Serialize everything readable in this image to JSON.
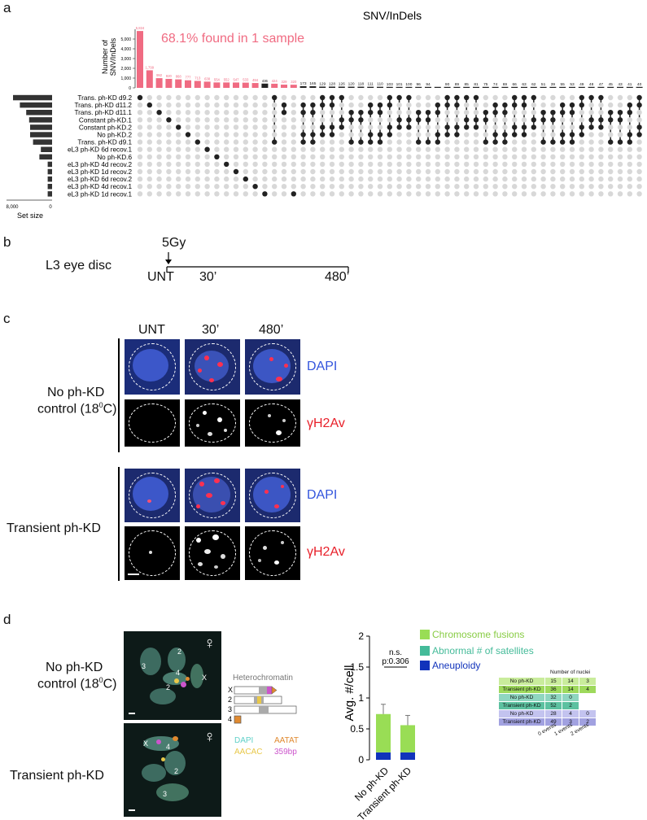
{
  "panels": {
    "a": "a",
    "b": "b",
    "c": "c",
    "d": "d"
  },
  "a": {
    "title": "SNV/InDels",
    "annotation": "68.1% found in 1 sample",
    "ylabel_line1": "Number of",
    "ylabel_line2": "SNV/InDels",
    "set_size_label": "Set size",
    "set_axis": [
      "8,000",
      "0"
    ],
    "samples": [
      "Trans. ph-KD d9.2",
      "Trans. ph-KD d11.2",
      "Trans. ph-KD d11.1",
      "Constant ph-KD.1",
      "Constant ph-KD.2",
      "No ph-KD.2",
      "Trans. ph-KD d9.1",
      "eL3 ph-KD 6d recov.1",
      "No ph-KD.6",
      "eL3 ph-KD 4d recov.2",
      "eL3 ph-KD 1d recov.2",
      "eL3 ph-KD 6d recov.2",
      "eL3 ph-KD 4d recov.1",
      "eL3 ph-KD 1d recov.1"
    ],
    "colors": {
      "highlight": "#f06b82",
      "normal": "#222222",
      "dot_off": "#d8d8d8"
    }
  },
  "chart_data": {
    "type": "bar",
    "title": "SNV/InDels",
    "ylabel": "Number of SNV/InDels",
    "ylim": [
      0,
      6000
    ],
    "yticks": [
      "0",
      "1,000",
      "2,000",
      "3,000",
      "4,000",
      "5,000"
    ],
    "values": [
      5824,
      1799,
      992,
      920,
      868,
      777,
      713,
      638,
      554,
      552,
      547,
      533,
      494,
      436,
      424,
      329,
      320,
      173,
      165,
      129,
      128,
      126,
      120,
      118,
      111,
      110,
      103,
      101,
      100,
      96,
      94,
      94,
      90,
      89,
      85,
      81,
      75,
      74,
      69,
      66,
      63,
      62,
      51,
      39,
      55,
      53,
      49,
      48,
      47,
      45,
      43,
      41,
      40
    ],
    "labels": [
      "5,824",
      "1,799",
      "992",
      "920",
      "868",
      "777",
      "713",
      "638",
      "554",
      "552",
      "547",
      "533",
      "494",
      "436",
      "424",
      "329",
      "320",
      "173",
      "165",
      "129",
      "128",
      "126",
      "120",
      "118",
      "111",
      "110",
      "103",
      "101",
      "100",
      "96",
      "94",
      "",
      "90",
      "89",
      "85",
      "81",
      "75",
      "74",
      "69",
      "66",
      "63",
      "62",
      "51",
      "39",
      "55",
      "53",
      "49",
      "48",
      "47",
      "45",
      "43",
      "41",
      "40"
    ]
  },
  "b": {
    "label": "L3 eye disc",
    "dose": "5Gy",
    "times": [
      "UNT",
      "30’",
      "480’"
    ]
  },
  "c": {
    "col_headers": [
      "UNT",
      "30’",
      "480’"
    ],
    "row1_line1": "No ph-KD",
    "row1_line2": "control (18",
    "row1_sup": "0",
    "row1_end": "C)",
    "row2": "Transient ph-KD",
    "dapi": "DAPI",
    "gamma": "γH2Av"
  },
  "d": {
    "row1_line1": "No ph-KD",
    "row1_line2": "control (18",
    "row1_sup": "0",
    "row1_end": "C)",
    "row2": "Transient ph-KD",
    "heterochromatin": "Heterochromatin",
    "chrom_labels": [
      "X",
      "2",
      "3",
      "4"
    ],
    "probes": {
      "dapi": "DAPI",
      "aatat": "AATAT",
      "aacac": "AACAC",
      "bp": "359bp"
    },
    "female": "♀",
    "img1_labels": [
      "2",
      "3",
      "4",
      "2",
      "X"
    ],
    "img2_labels": [
      "X",
      "4",
      "2",
      "3"
    ],
    "ylabel": "Avg. #/cell",
    "yticks": [
      "0",
      "0.5",
      "1",
      "1.5",
      "2"
    ],
    "xcats": [
      "No ph-KD",
      "Transient ph-KD"
    ],
    "stat_ns": "n.s.",
    "stat_p": "p:0.306",
    "legend": [
      "Chromosome fusions",
      "Abnormal # of satellites",
      "Aneuploidy"
    ],
    "legend_colors": [
      "#99dd55",
      "#44bb99",
      "#1133bb"
    ],
    "bars": [
      {
        "fusions": 0.62,
        "aneuploidy": 0.12
      },
      {
        "fusions": 0.44,
        "aneuploidy": 0.12
      }
    ],
    "table_title": "Number of nuclei",
    "table_cols": [
      "0 events",
      "1 events",
      "2 events"
    ],
    "table_rows": [
      {
        "name": "No ph-KD",
        "vals": [
          "15",
          "14",
          "3"
        ],
        "color": "#c9ec9c"
      },
      {
        "name": "Transient ph-KD",
        "vals": [
          "36",
          "14",
          "4"
        ],
        "color": "#9ed95c"
      },
      {
        "name": "No ph-KD",
        "vals": [
          "32",
          "0",
          ""
        ],
        "color": "#8fd6c0"
      },
      {
        "name": "Transient ph-KD",
        "vals": [
          "52",
          "2",
          ""
        ],
        "color": "#5cc1a0"
      },
      {
        "name": "No ph-KD",
        "vals": [
          "28",
          "4",
          "0"
        ],
        "color": "#c3c3ef"
      },
      {
        "name": "Transient ph-KD",
        "vals": [
          "49",
          "3",
          "2"
        ],
        "color": "#a1a1e0"
      }
    ]
  }
}
